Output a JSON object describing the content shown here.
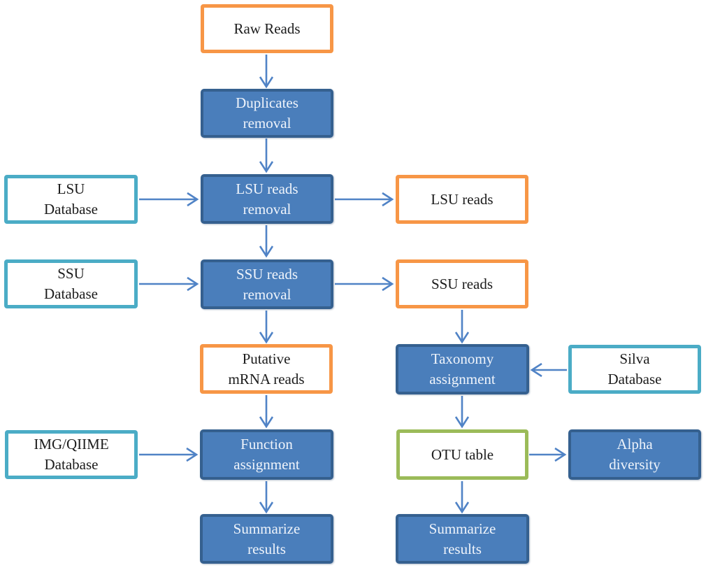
{
  "diagram": {
    "type": "flowchart",
    "description_colors": {
      "process_fill": "#4a7ebb",
      "process_border": "#35608f",
      "process_text": "#eff4fb",
      "raw_data_border": "#f79646",
      "database_border": "#4bacc6",
      "otu_table_border": "#9bbb59",
      "arrow": "#5083c6",
      "dark_text": "#1c1c1c"
    }
  },
  "nodes": [
    {
      "id": "raw-reads",
      "label": "Raw Reads"
    },
    {
      "id": "duplicates-removal",
      "label": "Duplicates\nremoval"
    },
    {
      "id": "lsu-database",
      "label": "LSU\nDatabase"
    },
    {
      "id": "lsu-reads-removal",
      "label": "LSU reads\nremoval"
    },
    {
      "id": "lsu-reads",
      "label": "LSU reads"
    },
    {
      "id": "ssu-database",
      "label": "SSU\nDatabase"
    },
    {
      "id": "ssu-reads-removal",
      "label": "SSU reads\nremoval"
    },
    {
      "id": "ssu-reads",
      "label": "SSU reads"
    },
    {
      "id": "putative-mrna-reads",
      "label": "Putative\nmRNA reads"
    },
    {
      "id": "taxonomy-assignment",
      "label": "Taxonomy\nassignment"
    },
    {
      "id": "silva-database",
      "label": "Silva\nDatabase"
    },
    {
      "id": "img-qiime-database",
      "label": "IMG/QIIME\nDatabase"
    },
    {
      "id": "function-assignment",
      "label": "Function\nassignment"
    },
    {
      "id": "otu-table",
      "label": "OTU table"
    },
    {
      "id": "alpha-diversity",
      "label": "Alpha\ndiversity"
    },
    {
      "id": "summarize-results-left",
      "label": "Summarize\nresults"
    },
    {
      "id": "summarize-results-right",
      "label": "Summarize\nresults"
    }
  ],
  "edges": [
    {
      "from": "raw-reads",
      "to": "duplicates-removal"
    },
    {
      "from": "duplicates-removal",
      "to": "lsu-reads-removal"
    },
    {
      "from": "lsu-database",
      "to": "lsu-reads-removal"
    },
    {
      "from": "lsu-reads-removal",
      "to": "lsu-reads"
    },
    {
      "from": "lsu-reads-removal",
      "to": "ssu-reads-removal"
    },
    {
      "from": "ssu-database",
      "to": "ssu-reads-removal"
    },
    {
      "from": "ssu-reads-removal",
      "to": "ssu-reads"
    },
    {
      "from": "ssu-reads-removal",
      "to": "putative-mrna-reads"
    },
    {
      "from": "ssu-reads",
      "to": "taxonomy-assignment"
    },
    {
      "from": "silva-database",
      "to": "taxonomy-assignment"
    },
    {
      "from": "putative-mrna-reads",
      "to": "function-assignment"
    },
    {
      "from": "img-qiime-database",
      "to": "function-assignment"
    },
    {
      "from": "taxonomy-assignment",
      "to": "otu-table"
    },
    {
      "from": "otu-table",
      "to": "alpha-diversity"
    },
    {
      "from": "function-assignment",
      "to": "summarize-results-left"
    },
    {
      "from": "otu-table",
      "to": "summarize-results-right"
    }
  ]
}
